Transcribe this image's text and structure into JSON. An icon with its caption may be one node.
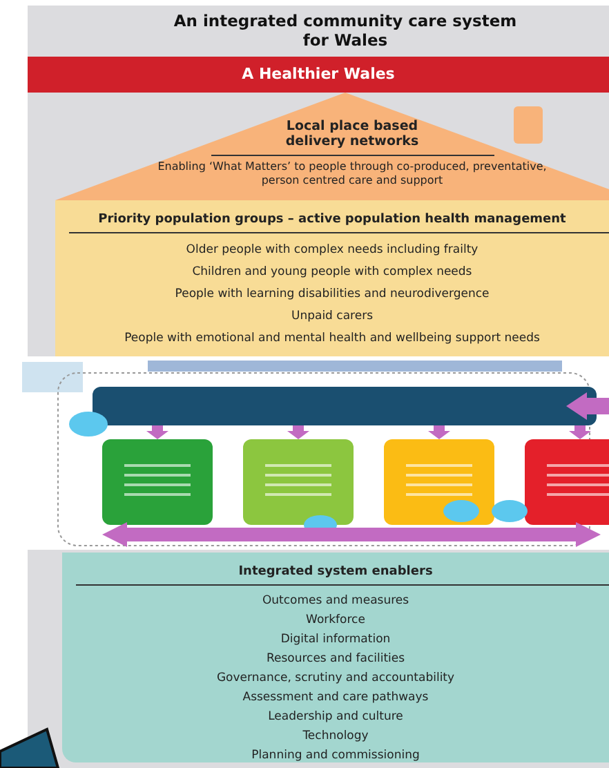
{
  "diagram": {
    "title": "An integrated community care system for Wales",
    "nodes": [
      {
        "text": [
          "A Healthier Wales"
        ]
      },
      {
        "text": [
          "Local place based delivery networks",
          "Enabling ‘What Matters’ to people through co-produced, preventative, person centred care and support"
        ]
      },
      {
        "text": [
          "Priority population groups – active population health management",
          "Older people with complex needs including frailty",
          "Children and young people with complex needs",
          "People with learning disabilities and neurodivergence",
          "Unpaid carers",
          "People with emotional and mental health and wellbeing support needs"
        ]
      },
      {
        "text": [],
        "shape": "picture"
      },
      {
        "text": [
          "Integrated system enablers",
          "Outcomes and measures",
          "Workforce",
          "Digital information",
          "Resources and facilities",
          "Governance, scrutiny and accountability",
          "Assessment and care pathways",
          "Leadership and culture",
          "Technology",
          "Planning and commissioning"
        ]
      }
    ]
  }
}
